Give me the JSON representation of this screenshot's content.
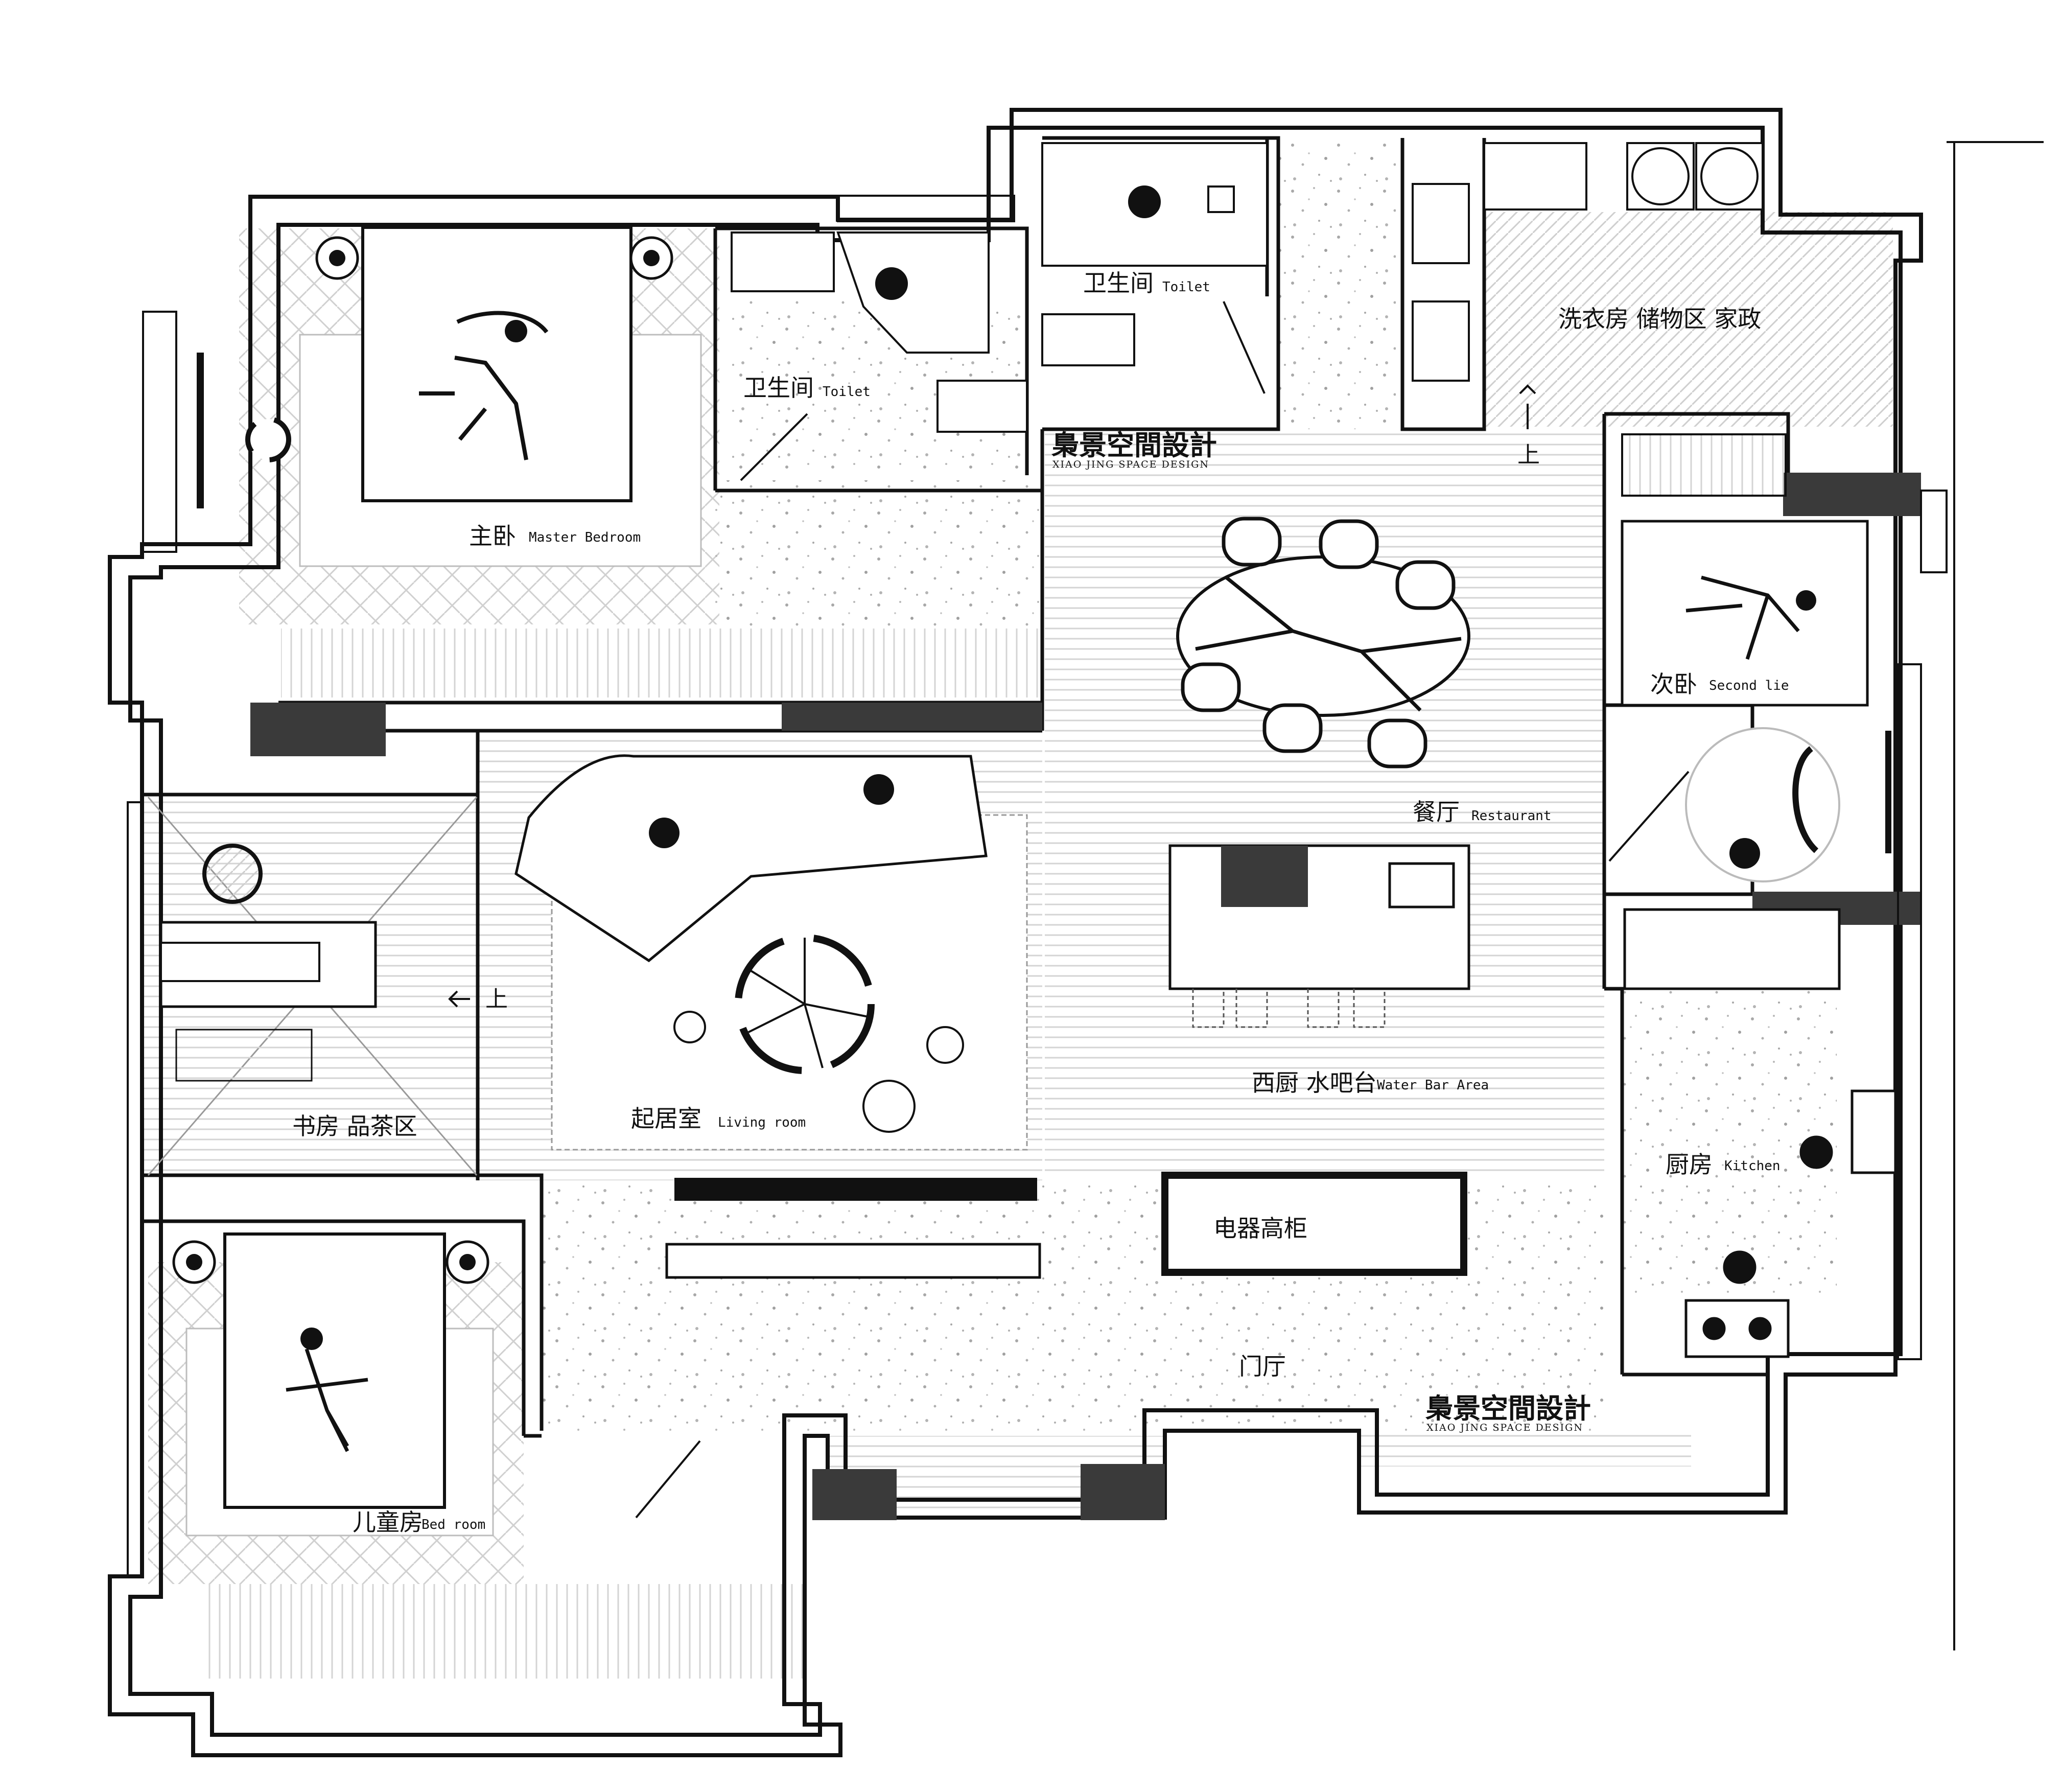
{
  "watermark": {
    "cn": "梟景空間設計",
    "en": "XIAO JING SPACE DESIGN"
  },
  "rooms": {
    "master_bedroom": {
      "cn": "主卧",
      "en": "Master Bedroom"
    },
    "toilet_left": {
      "cn": "卫生间",
      "en": "Toilet"
    },
    "toilet_right": {
      "cn": "卫生间",
      "en": "Toilet"
    },
    "laundry": {
      "cn": "洗衣房 储物区 家政"
    },
    "second_bedroom": {
      "cn": "次卧",
      "en": "Second lie"
    },
    "restaurant": {
      "cn": "餐厅",
      "en": "Restaurant"
    },
    "living_room": {
      "cn": "起居室",
      "en": "Living room"
    },
    "study": {
      "cn": "书房 品茶区"
    },
    "water_bar": {
      "cn": "西厨 水吧台",
      "en": "Water Bar Area"
    },
    "appliance": {
      "cn": "电器高柜"
    },
    "kitchen": {
      "cn": "厨房",
      "en": "Kitchen"
    },
    "foyer": {
      "cn": "门厅"
    },
    "kids_room": {
      "cn": "儿童房",
      "en": "Bed room"
    }
  },
  "stairs": {
    "up_top": "上",
    "up_left": "上"
  },
  "colors": {
    "wall": "#111111",
    "hatch": "#d8d8d8",
    "floor_speckle": "#9a9a9a",
    "column": "#3a3a3a"
  }
}
